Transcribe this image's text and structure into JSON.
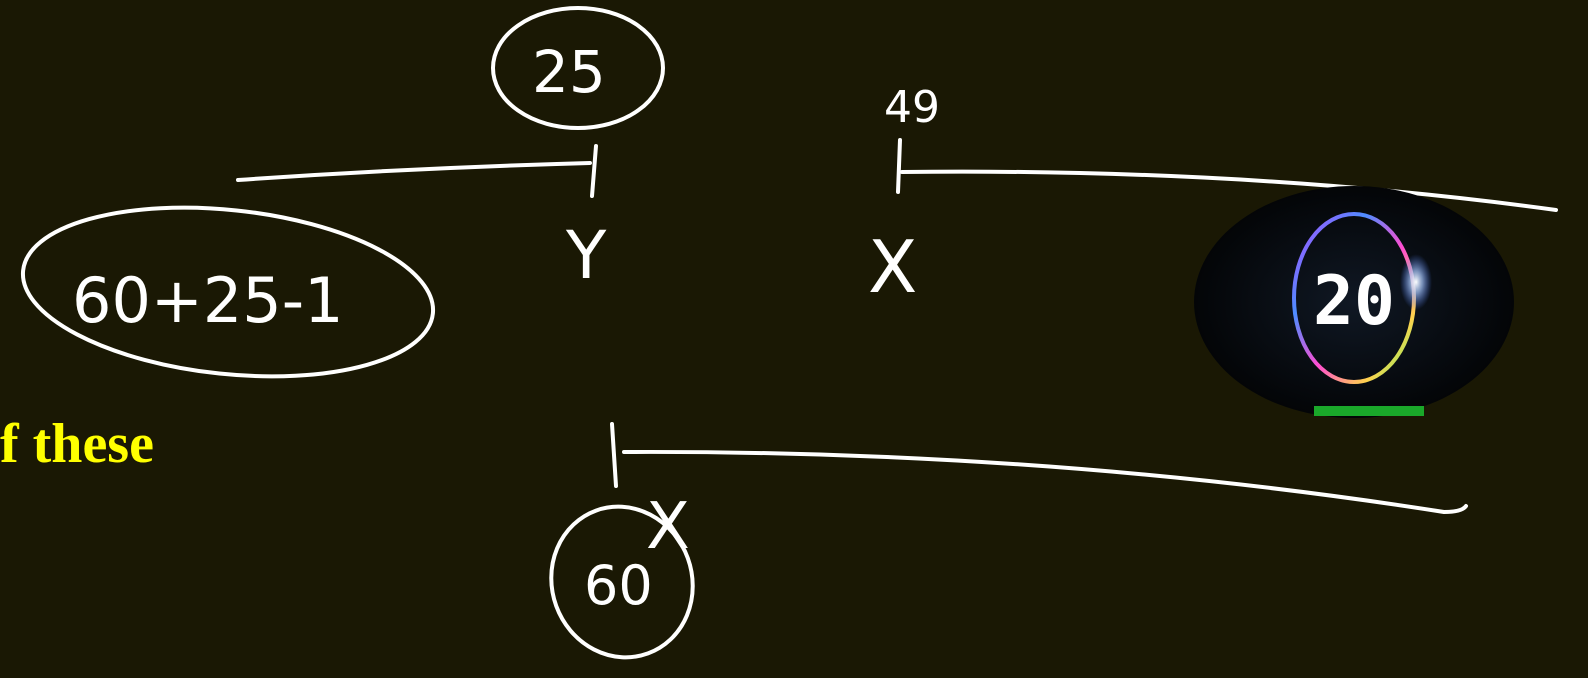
{
  "slide_text": "f these",
  "annotations": {
    "top_circle": "25",
    "top_right_label": "49",
    "left_circle_expression": "60+25-1",
    "y_mark": "Y",
    "x_mark_right": "X",
    "x_mark_bottom": "X",
    "bottom_circle": "60"
  },
  "timer": {
    "value": "20"
  },
  "colors": {
    "background": "#1a1804",
    "ink": "#ffffff",
    "slide_text": "#ffff00"
  }
}
